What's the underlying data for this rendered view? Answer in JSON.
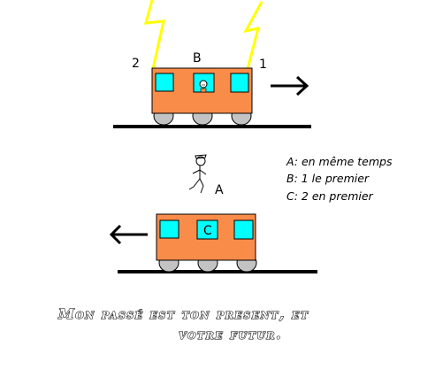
{
  "labels": {
    "observer_1": "1",
    "observer_2": "2",
    "window_top": "B",
    "window_bottom": "C",
    "person": "A"
  },
  "legend": {
    "line_a": "A: en même temps",
    "line_b": "B: 1 le premier",
    "line_c": "C: 2 en premier"
  },
  "caption": {
    "line1": "Mon passé est ton present, et",
    "line2": "votre futur."
  },
  "colors": {
    "train_body": "#fa8c4a",
    "window": "#00ffff",
    "wheel": "#c3c3c3",
    "lightning": "#ffff00",
    "track": "#000000"
  }
}
